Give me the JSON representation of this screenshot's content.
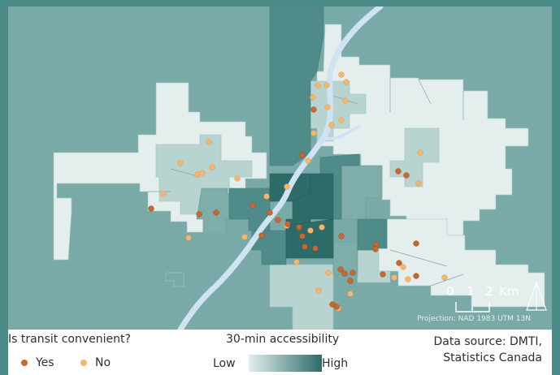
{
  "legend": {
    "transit_title": "Is transit convenient?",
    "yes_label": "Yes",
    "no_label": "No",
    "accessibility_title": "30-min accessibility",
    "low_label": "Low",
    "high_label": "High",
    "source_line1": "Data source: DMTI,",
    "source_line2": "Statistics Canada"
  },
  "scalebar": {
    "zero": "0",
    "one": "1",
    "two": "2",
    "unit": "Km"
  },
  "projection": "Projection: NAD 1983 UTM 13N",
  "colors": {
    "outside": "#79aaa7",
    "low": "#e3eeed",
    "mid_low": "#b8d4d1",
    "mid": "#7fadaa",
    "mid_high": "#4f8c89",
    "high": "#2d6b68",
    "river": "#cfe3f3",
    "yes_point": "#c8672f",
    "no_point": "#f4b56c"
  },
  "icons": [
    "north-arrow-icon"
  ]
}
